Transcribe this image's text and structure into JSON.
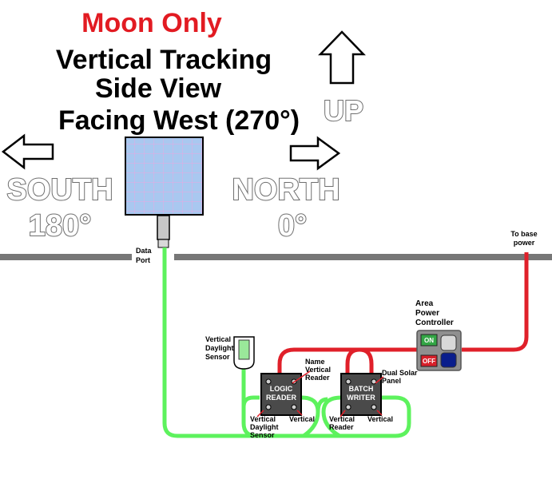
{
  "title": {
    "mode": "Moon Only",
    "line1": "Vertical Tracking",
    "line2": "Side View",
    "line3": "Facing West (270°)"
  },
  "directions": {
    "up": "UP",
    "south": "SOUTH",
    "south_deg": "180°",
    "north": "NORTH",
    "north_deg": "0°"
  },
  "labels": {
    "data_port_1": "Data",
    "data_port_2": "Port",
    "to_base_1": "To base",
    "to_base_2": "power",
    "area_power_1": "Area",
    "area_power_2": "Power",
    "area_power_3": "Controller",
    "vds_1": "Vertical",
    "vds_2": "Daylight",
    "vds_3": "Sensor",
    "name_vr_1": "Name",
    "name_vr_2": "Vertical",
    "name_vr_3": "Reader",
    "dual_solar_1": "Dual Solar",
    "dual_solar_2": "Panel",
    "lr_bottom_left_1": "Vertical",
    "lr_bottom_left_2": "Daylight",
    "lr_bottom_left_3": "Sensor",
    "lr_bottom_right": "Vertical",
    "bw_bottom_left_1": "Vertical",
    "bw_bottom_left_2": "Reader",
    "bw_bottom_right": "Vertical"
  },
  "devices": {
    "logic_reader_1": "LOGIC",
    "logic_reader_2": "READER",
    "batch_writer_1": "BATCH",
    "batch_writer_2": "WRITER",
    "switch_on": "ON",
    "switch_off": "OFF"
  },
  "colors": {
    "title_red": "#e21b22",
    "data_cable": "#5df25d",
    "power_cable": "#e0202a",
    "ground": "#777777",
    "panel": "#a9c8f0"
  }
}
